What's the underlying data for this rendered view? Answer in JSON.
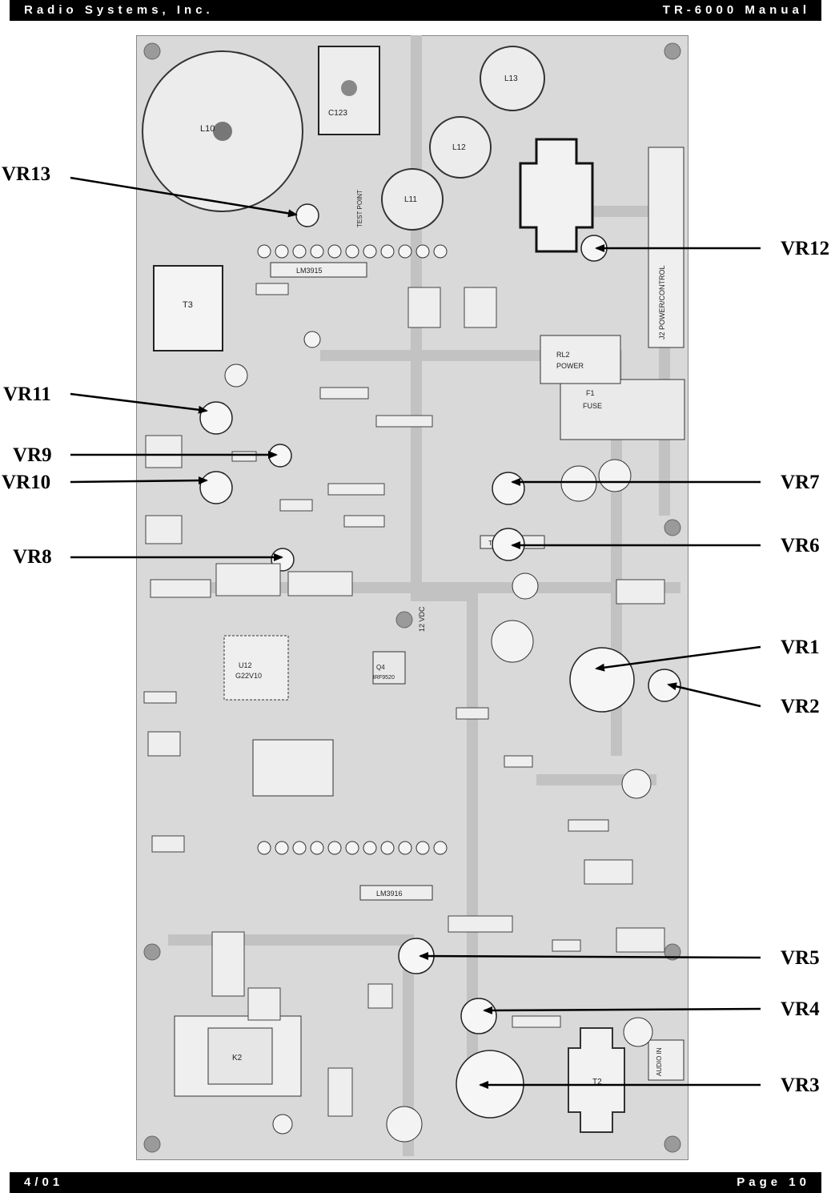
{
  "header": {
    "left": "Radio Systems, Inc.",
    "right": "TR-6000 Manual"
  },
  "footer": {
    "left": "4/01",
    "right": "Page 10"
  },
  "callouts": {
    "VR13": "VR13",
    "VR12": "VR12",
    "VR11": "VR11",
    "VR9": "VR9",
    "VR10": "VR10",
    "VR7": "VR7",
    "VR8": "VR8",
    "VR6": "VR6",
    "VR1": "VR1",
    "VR2": "VR2",
    "VR5": "VR5",
    "VR4": "VR4",
    "VR3": "VR3"
  },
  "board_text": {
    "L10": "L10",
    "T3": "T3",
    "L11": "L11",
    "L12": "L12",
    "L13": "L13",
    "C123": "C123",
    "F1": "F1",
    "FUSE": "FUSE",
    "RL2": "RL2",
    "POWER": "POWER",
    "U12": "U12",
    "G22V10": "G22V10",
    "Q4": "Q4",
    "IRF9520": "IRF9520",
    "U5": "LM3915",
    "U7": "LM3916",
    "K2": "K2",
    "T2": "T2",
    "J2": "J2 POWER/CONTROL",
    "AUDIO_IN": "AUDIO IN",
    "TEST_POINT": "TEST POINT",
    "VDC_12": "12 VDC",
    "LF400": "TL400X"
  },
  "colors": {
    "ink": "#000000",
    "board": "#d7d7d7",
    "silk": "#f2f2f2",
    "trace": "#c4c4c4"
  }
}
